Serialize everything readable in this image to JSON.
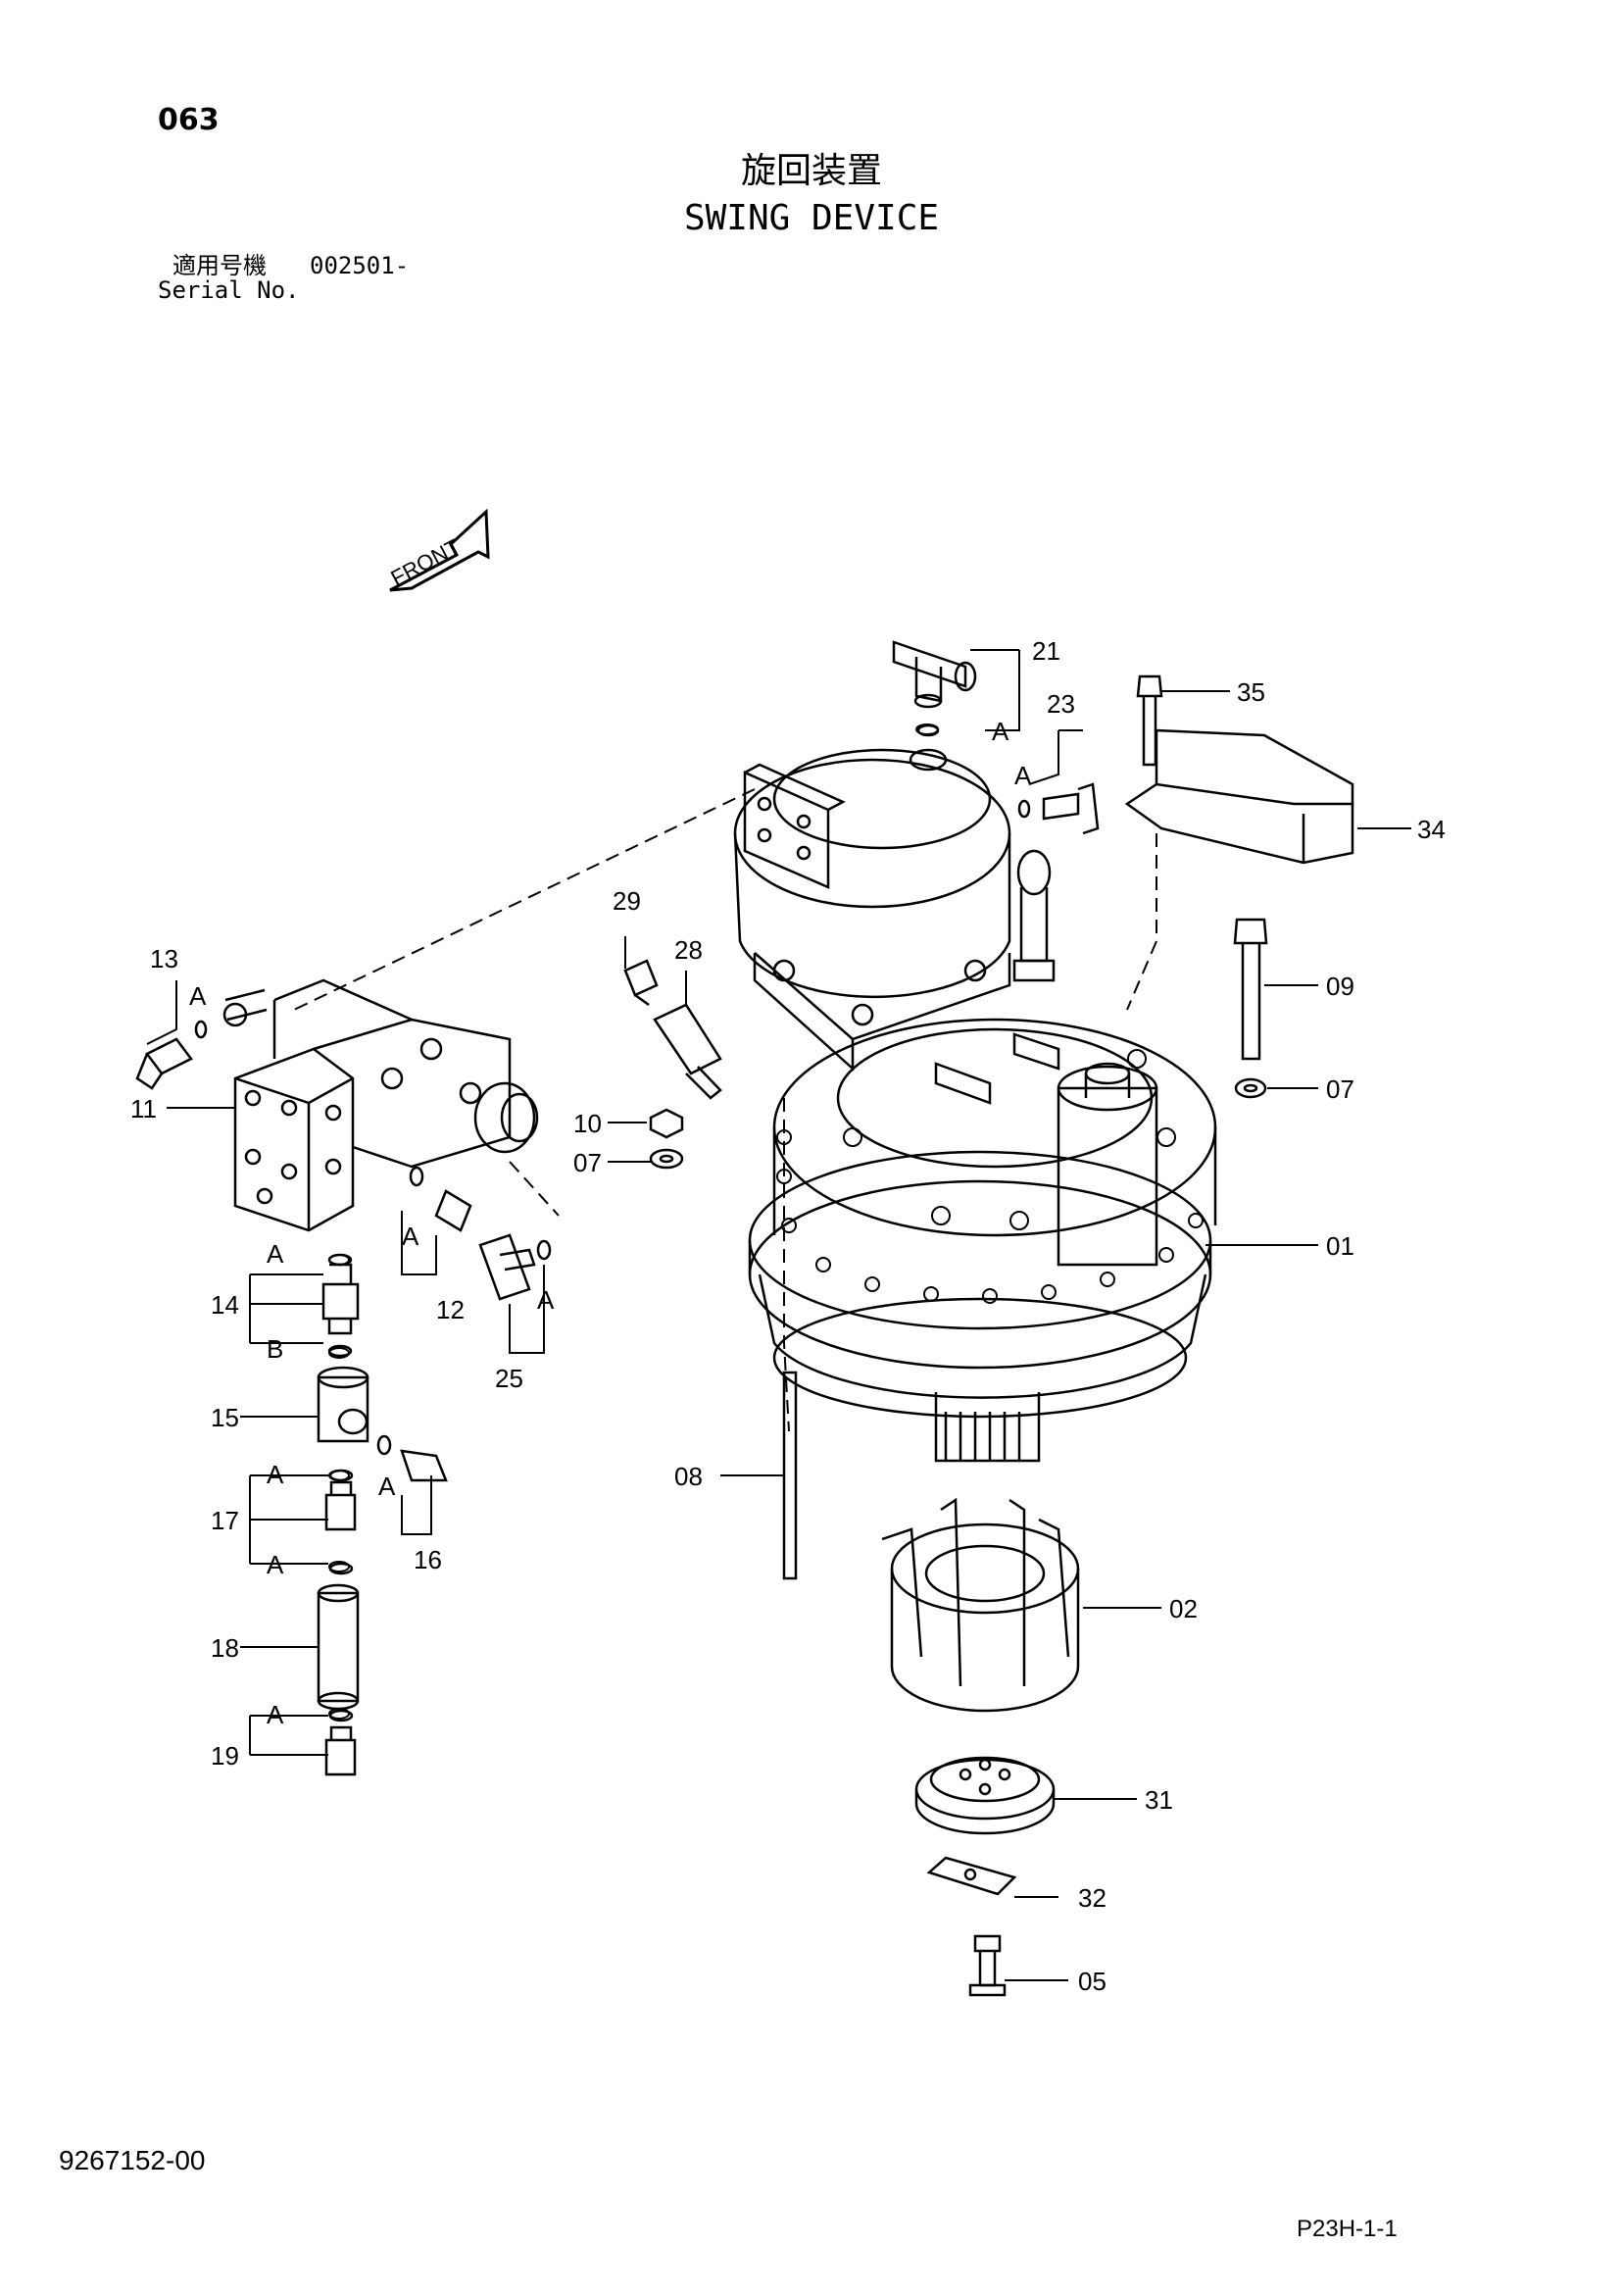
{
  "header": {
    "page_number": "063",
    "title_jp": "旋回装置",
    "title_en": "SWING DEVICE",
    "serial_label_jp": "適用号機",
    "serial_value": "002501-",
    "serial_label_en": "Serial No."
  },
  "footer": {
    "doc_number": "9267152-00",
    "page_code": "P23H-1-1"
  },
  "diagram": {
    "front_arrow_label": "FRONT",
    "callouts": {
      "c01": "01",
      "c02": "02",
      "c05": "05",
      "c07a": "07",
      "c07b": "07",
      "c08": "08",
      "c09": "09",
      "c10": "10",
      "c11": "11",
      "c12": "12",
      "c13": "13",
      "c14": "14",
      "c15": "15",
      "c16": "16",
      "c17": "17",
      "c18": "18",
      "c19": "19",
      "c21": "21",
      "c23": "23",
      "c25": "25",
      "c28": "28",
      "c29": "29",
      "c31": "31",
      "c32": "32",
      "c34": "34",
      "c35": "35"
    },
    "seal_markers": {
      "a": "A",
      "b": "B"
    }
  }
}
